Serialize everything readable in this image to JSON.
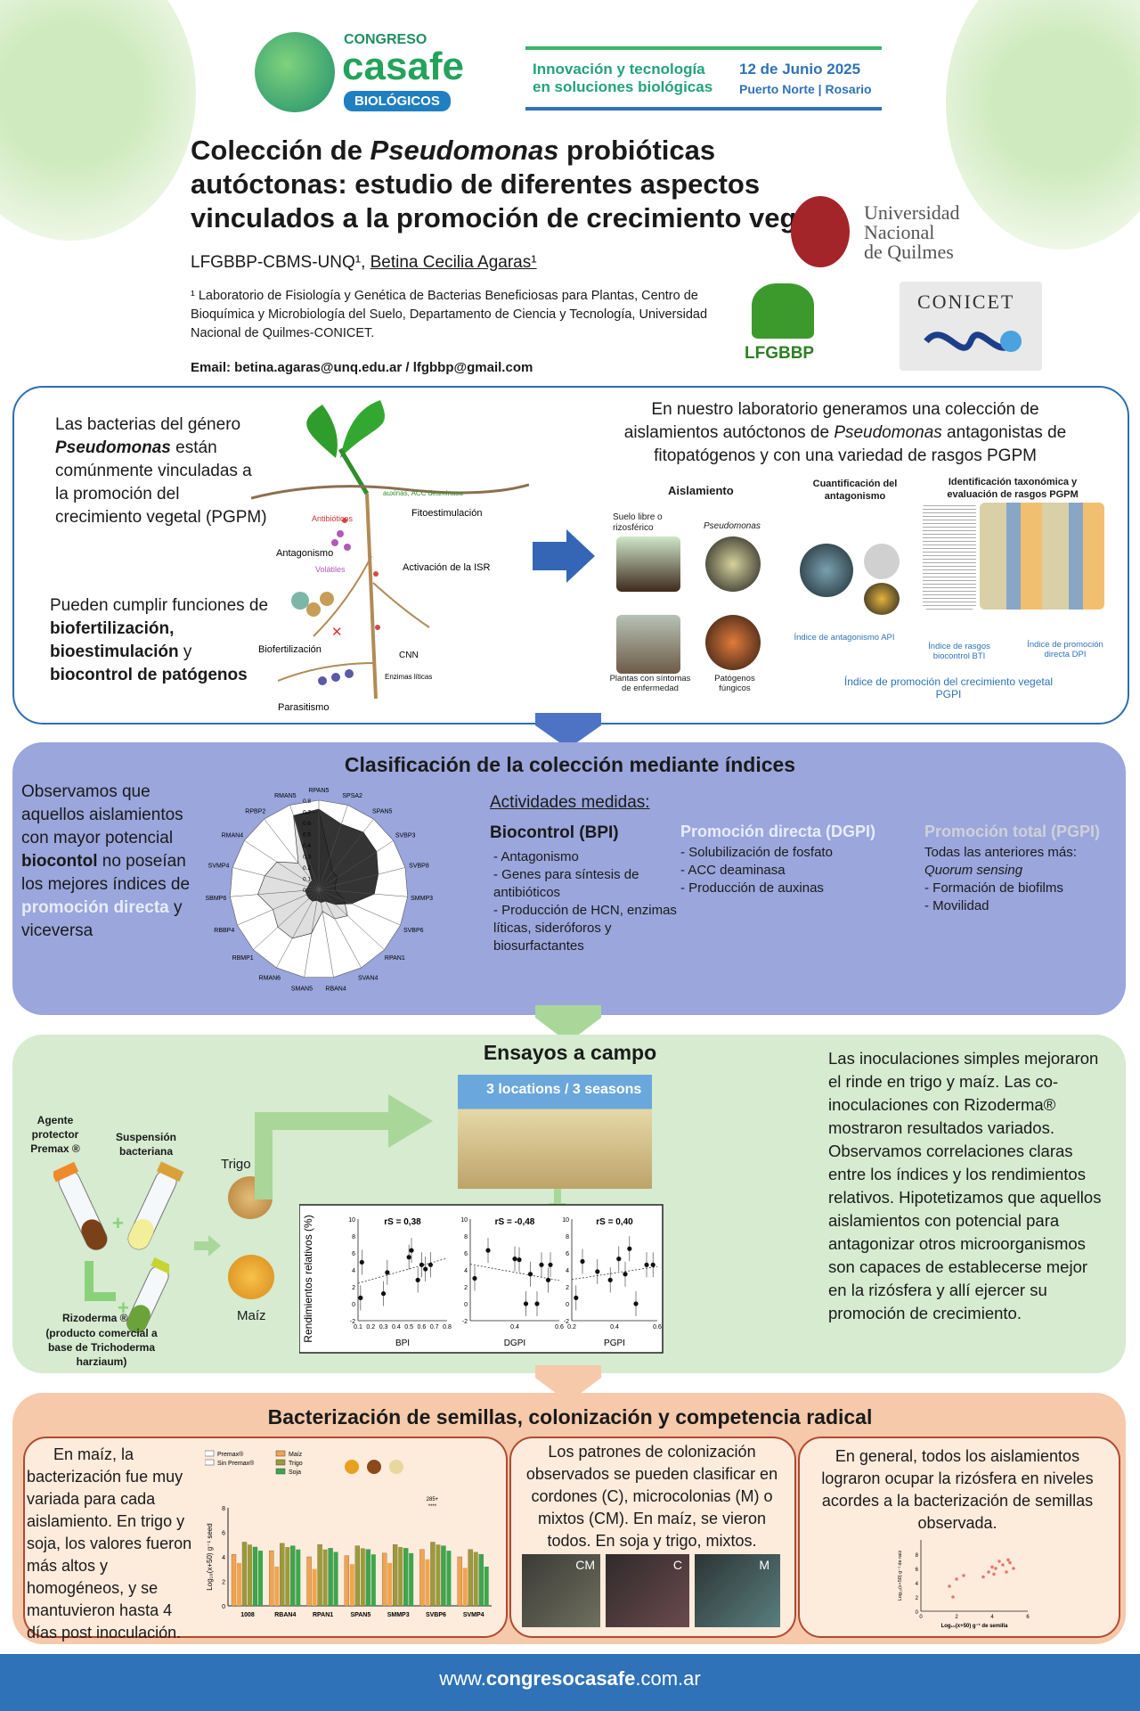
{
  "header": {
    "logo_small": "CONGRESO",
    "logo_big": "casafe",
    "logo_sub": "BIOLÓGICOS",
    "banner_line1": "Innovación y tecnología",
    "banner_line2": "en soluciones biológicas",
    "date": "12 de Junio 2025",
    "place": "Puerto Norte | Rosario"
  },
  "title": {
    "part1": "Colección de ",
    "italic": "Pseudomonas",
    "part2": " probióticas autóctonas: estudio de diferentes aspectos vinculados a la promoción de crecimiento vegetal"
  },
  "authors": {
    "lab": "LFGBBP-CBMS-UNQ¹, ",
    "name": "Betina Cecilia Agaras¹"
  },
  "affiliation": "¹ Laboratorio de Fisiología y Genética de Bacterias Beneficiosas para Plantas, Centro de Bioquímica y Microbiología del Suelo, Departamento de Ciencia y Tecnología, Universidad Nacional de Quilmes-CONICET.",
  "email": "Email: betina.agaras@unq.edu.ar / lfgbbp@gmail.com",
  "logos": {
    "unq1": "Universidad",
    "unq2": "Nacional",
    "unq3": "de Quilmes",
    "lfgbbp": "LFGBBP",
    "conicet": "CONICET"
  },
  "intro": {
    "p1_a": "Las bacterias del género ",
    "p1_b": "Pseudomonas",
    "p1_c": " están comúnmente vinculadas a la promoción del crecimiento vegetal (PGPM)",
    "p2_a": "Pueden cumplir funciones de ",
    "p2_b": "biofertilización, bioestimulación",
    "p2_c": " y ",
    "p2_d": "biocontrol de patógenos",
    "right_a": "En nuestro laboratorio generamos una colección de aislamientos autóctonos de ",
    "right_b": "Pseudomonas",
    "right_c": " antagonistas de fitopatógenos y con una variedad de rasgos PGPM",
    "diagram": {
      "l1": "Fitoestimulación",
      "l2": "Antibióticos",
      "l3": "auxinas, ACC deaminasa",
      "l4": "Antagonismo",
      "l5": "Volátiles",
      "l6": "Activación de la ISR",
      "l7": "Biofertilización",
      "l8": "CNN",
      "l9": "Enzimas líticas",
      "l10": "Parasitismo"
    },
    "workflow": {
      "h1": "Aislamiento",
      "h2": "Cuantificación del antagonismo",
      "h3": "Identificación taxonómica y evaluación de rasgos PGPM",
      "s1": "Suelo libre o rizosférico",
      "s2": "Pseudomonas",
      "s3": "Plantas con síntomas de enfermedad",
      "s4": "Patógenos fúngicos",
      "api": "Índice de antagonismo API",
      "bti": "Índice de rasgos biocontrol BTI",
      "dpi": "Índice de promoción directa DPI",
      "pgpi": "Índice de promoción del crecimiento vegetal PGPI"
    }
  },
  "classification": {
    "title": "Clasificación de la colección mediante índices",
    "left_a": "Observamos que aquellos aislamientos con mayor potencial ",
    "left_b": "biocontol",
    "left_c": " no poseían los mejores índices de ",
    "left_d": "promoción directa",
    "left_e": " y viceversa",
    "measured": "Actividades medidas:",
    "bpi_title": "Biocontrol (BPI)",
    "bpi_items": [
      "- Antagonismo",
      "- Genes para síntesis de antibióticos",
      "- Producción de HCN, enzimas líticas, sideróforos y biosurfactantes"
    ],
    "dgpi_title": "Promoción directa (DGPI)",
    "dgpi_items": [
      "- Solubilización de fosfato",
      "- ACC deaminasa",
      "- Producción de auxinas"
    ],
    "pgpi_title": "Promoción total (PGPI)",
    "pgpi_items": [
      "Todas las anteriores más:",
      "Quorum sensing",
      "- Formación de biofilms",
      "- Movilidad"
    ],
    "radar_labels": [
      "RPAN5",
      "SPSA2",
      "SPAN5",
      "SVBP3",
      "SVBP8",
      "SMMP3",
      "SVBP6",
      "RPAN1",
      "SVAN4",
      "RBAN4",
      "SMAN5",
      "RMAN6",
      "RBMP1",
      "RBBP4",
      "SBMP6",
      "SVMP4",
      "RMAN4",
      "RPBP2",
      "RMAN5"
    ],
    "radar_ticks": [
      "0.8",
      "0.7",
      "0.6",
      "0.5",
      "0.4",
      "0.3",
      "0.2",
      "0.1",
      "0"
    ]
  },
  "field": {
    "title": "Ensayos a campo",
    "agent": "Agente protector Premax ®",
    "suspension": "Suspensión bacteriana",
    "rizoderma": "Rizoderma ®",
    "rizoderma_desc": "(producto comercial a base de Trichoderma harziaum)",
    "wheat": "Trigo",
    "maize": "Maíz",
    "photo_caption": "3 locations / 3 seasons",
    "right_text": "Las inoculaciones simples mejoraron el rinde en trigo y maíz. Las co-inoculaciones con Rizoderma® mostraron resultados variados. Observamos correlaciones claras entre los índices y los rendimientos relativos. Hipotetizamos que aquellos aislamientos con potencial para antagonizar otros microorganismos son capaces de establecerse mejor en la rizósfera y allí ejercer su promoción de crecimiento."
  },
  "chart_data": [
    {
      "type": "scatter",
      "xlabel": "BPI",
      "ylabel": "Rendimientos relativos (%)",
      "annotation": "rS = 0,38",
      "xticks": [
        "0.1",
        "0.2",
        "0.3",
        "0.4",
        "0.5",
        "0.6",
        "0.7",
        "0.8"
      ],
      "yticks": [
        "-2",
        "0",
        "2",
        "4",
        "6",
        "8",
        "10"
      ],
      "xlim": [
        0.1,
        0.8
      ],
      "ylim": [
        -2,
        10
      ],
      "x": [
        0.12,
        0.13,
        0.3,
        0.33,
        0.5,
        0.52,
        0.57,
        0.6,
        0.63,
        0.67
      ],
      "y": [
        0.7,
        4.9,
        1.2,
        3.7,
        5.5,
        6.3,
        2.8,
        4.6,
        4.1,
        4.6
      ]
    },
    {
      "type": "scatter",
      "xlabel": "DGPI",
      "ylabel": "",
      "annotation": "rS = -0,48",
      "xticks": [
        "0.4",
        "0.6"
      ],
      "yticks": [
        "-2",
        "0",
        "2",
        "4",
        "6",
        "8",
        "10"
      ],
      "xlim": [
        0.2,
        0.6
      ],
      "ylim": [
        -2,
        10
      ],
      "x": [
        0.22,
        0.28,
        0.4,
        0.42,
        0.45,
        0.47,
        0.5,
        0.52,
        0.55,
        0.56
      ],
      "y": [
        3.0,
        6.3,
        5.3,
        5.2,
        0.0,
        3.5,
        0.0,
        4.6,
        2.8,
        4.6
      ]
    },
    {
      "type": "scatter",
      "xlabel": "PGPI",
      "ylabel": "",
      "annotation": "rS = 0,40",
      "xticks": [
        "0.2",
        "0.4",
        "0.6"
      ],
      "yticks": [
        "-2",
        "0",
        "2",
        "4",
        "6",
        "8",
        "10"
      ],
      "xlim": [
        0.2,
        0.6
      ],
      "ylim": [
        -2,
        10
      ],
      "x": [
        0.22,
        0.25,
        0.32,
        0.38,
        0.42,
        0.45,
        0.47,
        0.5,
        0.55,
        0.58
      ],
      "y": [
        0.7,
        5.0,
        3.8,
        2.8,
        5.3,
        3.5,
        6.5,
        0.0,
        4.6,
        4.6
      ]
    }
  ],
  "seeds": {
    "title": "Bacterización de semillas, colonización y competencia radical",
    "box1": "En maíz, la bacterización fue muy variada para cada aislamiento. En trigo y soja, los valores fueron más altos y homogéneos, y se mantuvieron hasta 4 días post inoculación.",
    "box2": "Los patrones de colonización observados se pueden clasificar en cordones (C), microcolonias (M) o mixtos (CM). En maíz, se vieron todos. En soja y trigo, mixtos.",
    "box3": "En general, todos los aislamientos lograron ocupar la rizósfera en niveles acordes a la bacterización de semillas observada.",
    "micro_labels": [
      "CM",
      "C",
      "M"
    ],
    "bar_legend": [
      "Premax®",
      "Sin Premax®",
      "Maíz",
      "Trigo",
      "Soja"
    ],
    "bar_categories": [
      "1008",
      "RBAN4",
      "RPAN1",
      "SPAN5",
      "SMMP3",
      "SVBP6",
      "SVMP4"
    ],
    "bar_ylabel": "Log₁₀(x+50) g⁻¹ seed",
    "bar_yticks": [
      "0",
      "2",
      "4",
      "6",
      "8"
    ],
    "bar_annot": "285+",
    "bar_annot2": "****",
    "scatter_ylabel": "Log₁₀(x+50) g⁻¹ de raíz",
    "scatter_xlabel": "Log₁₀(x+50) g⁻¹ de semilla",
    "scatter_xticks": [
      "0",
      "2",
      "4",
      "6"
    ],
    "scatter_yticks": [
      "0",
      "2",
      "4",
      "6",
      "8"
    ]
  },
  "footer": {
    "pre": "www.",
    "bold": "congresocasafe",
    "post": ".com.ar"
  }
}
